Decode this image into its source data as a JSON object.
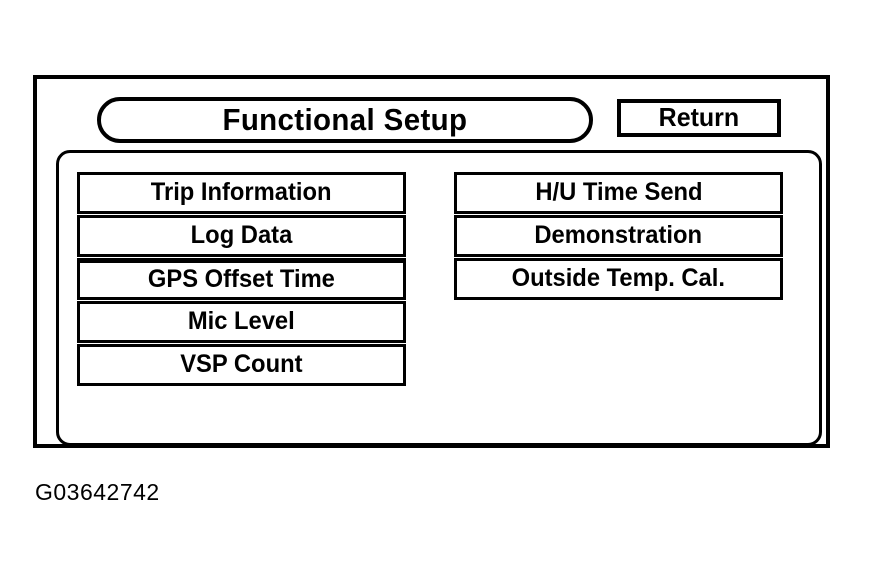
{
  "figure": {
    "caption": "G03642742"
  },
  "screen": {
    "title": "Functional Setup",
    "return_label": "Return",
    "menu": {
      "left_column": [
        {
          "label": "Trip Information"
        },
        {
          "label": "Log Data"
        },
        {
          "label": "GPS Offset Time"
        },
        {
          "label": "Mic Level"
        },
        {
          "label": "VSP Count"
        }
      ],
      "right_column": [
        {
          "label": "H/U Time Send"
        },
        {
          "label": "Demonstration"
        },
        {
          "label": "Outside Temp. Cal."
        }
      ]
    }
  },
  "colors": {
    "ink": "#000000",
    "paper": "#ffffff"
  }
}
